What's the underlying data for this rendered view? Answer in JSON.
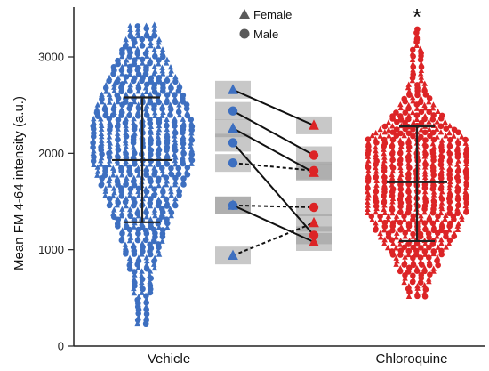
{
  "chart_data": {
    "type": "scatter",
    "subtype": "superplot (beeswarm + paired animal means)",
    "title": "",
    "ylabel": "Mean FM 4-64 intensity (a.u.)",
    "xlabel": "",
    "ylim": [
      0,
      3500
    ],
    "yticks": [
      0,
      1000,
      2000,
      3000
    ],
    "categories": [
      "Vehicle",
      "Chloroquine"
    ],
    "significance_label": "*",
    "significance_on": "Chloroquine",
    "legend": [
      {
        "label": "Female",
        "marker": "triangle"
      },
      {
        "label": "Male",
        "marker": "circle"
      }
    ],
    "colors": {
      "Vehicle": "#3d6fc0",
      "Chloroquine": "#dc2426",
      "error_bar": "#222222",
      "band": "#9b9b9b"
    },
    "summary": [
      {
        "group": "Vehicle",
        "mean": 1930,
        "upper": 2580,
        "lower": 1285
      },
      {
        "group": "Chloroquine",
        "mean": 1700,
        "upper": 2280,
        "lower": 1090
      }
    ],
    "distribution": [
      {
        "group": "Vehicle",
        "min": 230,
        "max": 3360,
        "approx_n": 650
      },
      {
        "group": "Chloroquine",
        "min": 520,
        "max": 3300,
        "approx_n": 650
      }
    ],
    "paired_means": [
      {
        "sex": "Female",
        "vehicle": 2660,
        "chloroquine": 2290,
        "line": "solid"
      },
      {
        "sex": "Male",
        "vehicle": 2440,
        "chloroquine": 1980,
        "line": "solid"
      },
      {
        "sex": "Female",
        "vehicle": 2260,
        "chloroquine": 1800,
        "line": "solid"
      },
      {
        "sex": "Male",
        "vehicle": 2110,
        "chloroquine": 1150,
        "line": "solid"
      },
      {
        "sex": "Male",
        "vehicle": 1900,
        "chloroquine": 1820,
        "line": "dashed"
      },
      {
        "sex": "Male",
        "vehicle": 1460,
        "chloroquine": 1440,
        "line": "dashed"
      },
      {
        "sex": "Female",
        "vehicle": 1460,
        "chloroquine": 1080,
        "line": "solid"
      },
      {
        "sex": "Female",
        "vehicle": 940,
        "chloroquine": 1280,
        "line": "dashed"
      }
    ]
  }
}
